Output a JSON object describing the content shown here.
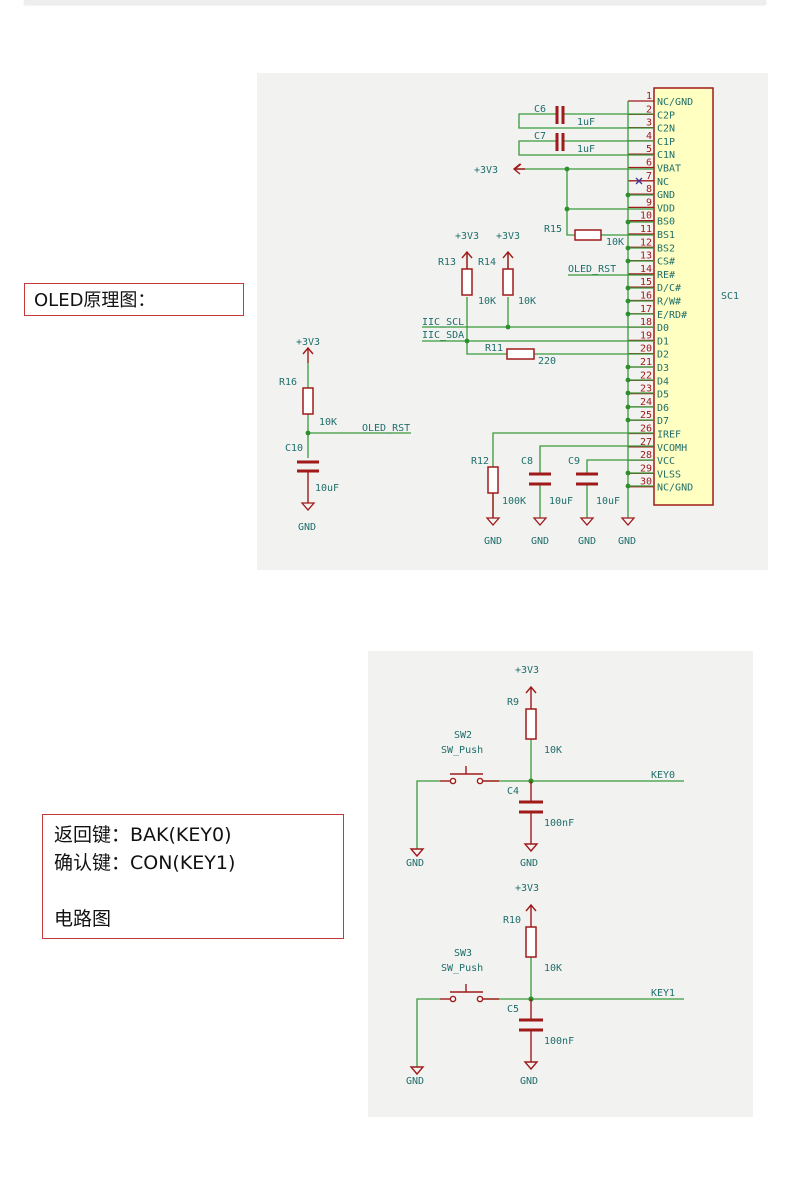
{
  "oled_note": {
    "label": "OLED原理图："
  },
  "keys_note": {
    "line1": "返回键：BAK(KEY0)",
    "line2": "确认键：CON(KEY1)",
    "line3": "电路图"
  },
  "colors": {
    "wire": "#3a9a3a",
    "component": "#a01a1a",
    "label_text": "#1e6e6a",
    "ic_fill": "#ffffc2",
    "note_border": "#c0393b",
    "panel_bg": "#f2f2f1",
    "no_connect": "#3a3a9a"
  },
  "oled_schematic": {
    "ic": {
      "ref": "SC1",
      "pins": [
        {
          "num": "1",
          "name": "NC/GND"
        },
        {
          "num": "2",
          "name": "C2P"
        },
        {
          "num": "3",
          "name": "C2N"
        },
        {
          "num": "4",
          "name": "C1P"
        },
        {
          "num": "5",
          "name": "C1N"
        },
        {
          "num": "6",
          "name": "VBAT"
        },
        {
          "num": "7",
          "name": "NC"
        },
        {
          "num": "8",
          "name": "GND"
        },
        {
          "num": "9",
          "name": "VDD"
        },
        {
          "num": "10",
          "name": "BS0"
        },
        {
          "num": "11",
          "name": "BS1"
        },
        {
          "num": "12",
          "name": "BS2"
        },
        {
          "num": "13",
          "name": "CS#"
        },
        {
          "num": "14",
          "name": "RE#"
        },
        {
          "num": "15",
          "name": "D/C#"
        },
        {
          "num": "16",
          "name": "R/W#"
        },
        {
          "num": "17",
          "name": "E/RD#"
        },
        {
          "num": "18",
          "name": "D0"
        },
        {
          "num": "19",
          "name": "D1"
        },
        {
          "num": "20",
          "name": "D2"
        },
        {
          "num": "21",
          "name": "D3"
        },
        {
          "num": "22",
          "name": "D4"
        },
        {
          "num": "23",
          "name": "D5"
        },
        {
          "num": "24",
          "name": "D6"
        },
        {
          "num": "25",
          "name": "D7"
        },
        {
          "num": "26",
          "name": "IREF"
        },
        {
          "num": "27",
          "name": "VCOMH"
        },
        {
          "num": "28",
          "name": "VCC"
        },
        {
          "num": "29",
          "name": "VLSS"
        },
        {
          "num": "30",
          "name": "NC/GND"
        }
      ]
    },
    "C6": {
      "ref": "C6",
      "value": "1uF"
    },
    "C7": {
      "ref": "C7",
      "value": "1uF"
    },
    "power_3v3": "+3V3",
    "gnd": "GND",
    "R15": {
      "ref": "R15",
      "value": "10K"
    },
    "R13": {
      "ref": "R13",
      "value": "10K"
    },
    "R14": {
      "ref": "R14",
      "value": "10K"
    },
    "R11": {
      "ref": "R11",
      "value": "220"
    },
    "R12": {
      "ref": "R12",
      "value": "100K"
    },
    "C8": {
      "ref": "C8",
      "value": "10uF"
    },
    "C9": {
      "ref": "C9",
      "value": "10uF"
    },
    "R16": {
      "ref": "R16",
      "value": "10K"
    },
    "C10": {
      "ref": "C10",
      "value": "10uF"
    },
    "nets": {
      "scl": "IIC_SCL",
      "sda": "IIC_SDA",
      "rst": "OLED_RST"
    }
  },
  "key_schematic": {
    "power_3v3": "+3V3",
    "gnd": "GND",
    "key0": {
      "sw_ref": "SW2",
      "sw_type": "SW_Push",
      "r_ref": "R9",
      "r_value": "10K",
      "c_ref": "C4",
      "c_value": "100nF",
      "net": "KEY0"
    },
    "key1": {
      "sw_ref": "SW3",
      "sw_type": "SW_Push",
      "r_ref": "R10",
      "r_value": "10K",
      "c_ref": "C5",
      "c_value": "100nF",
      "net": "KEY1"
    }
  }
}
